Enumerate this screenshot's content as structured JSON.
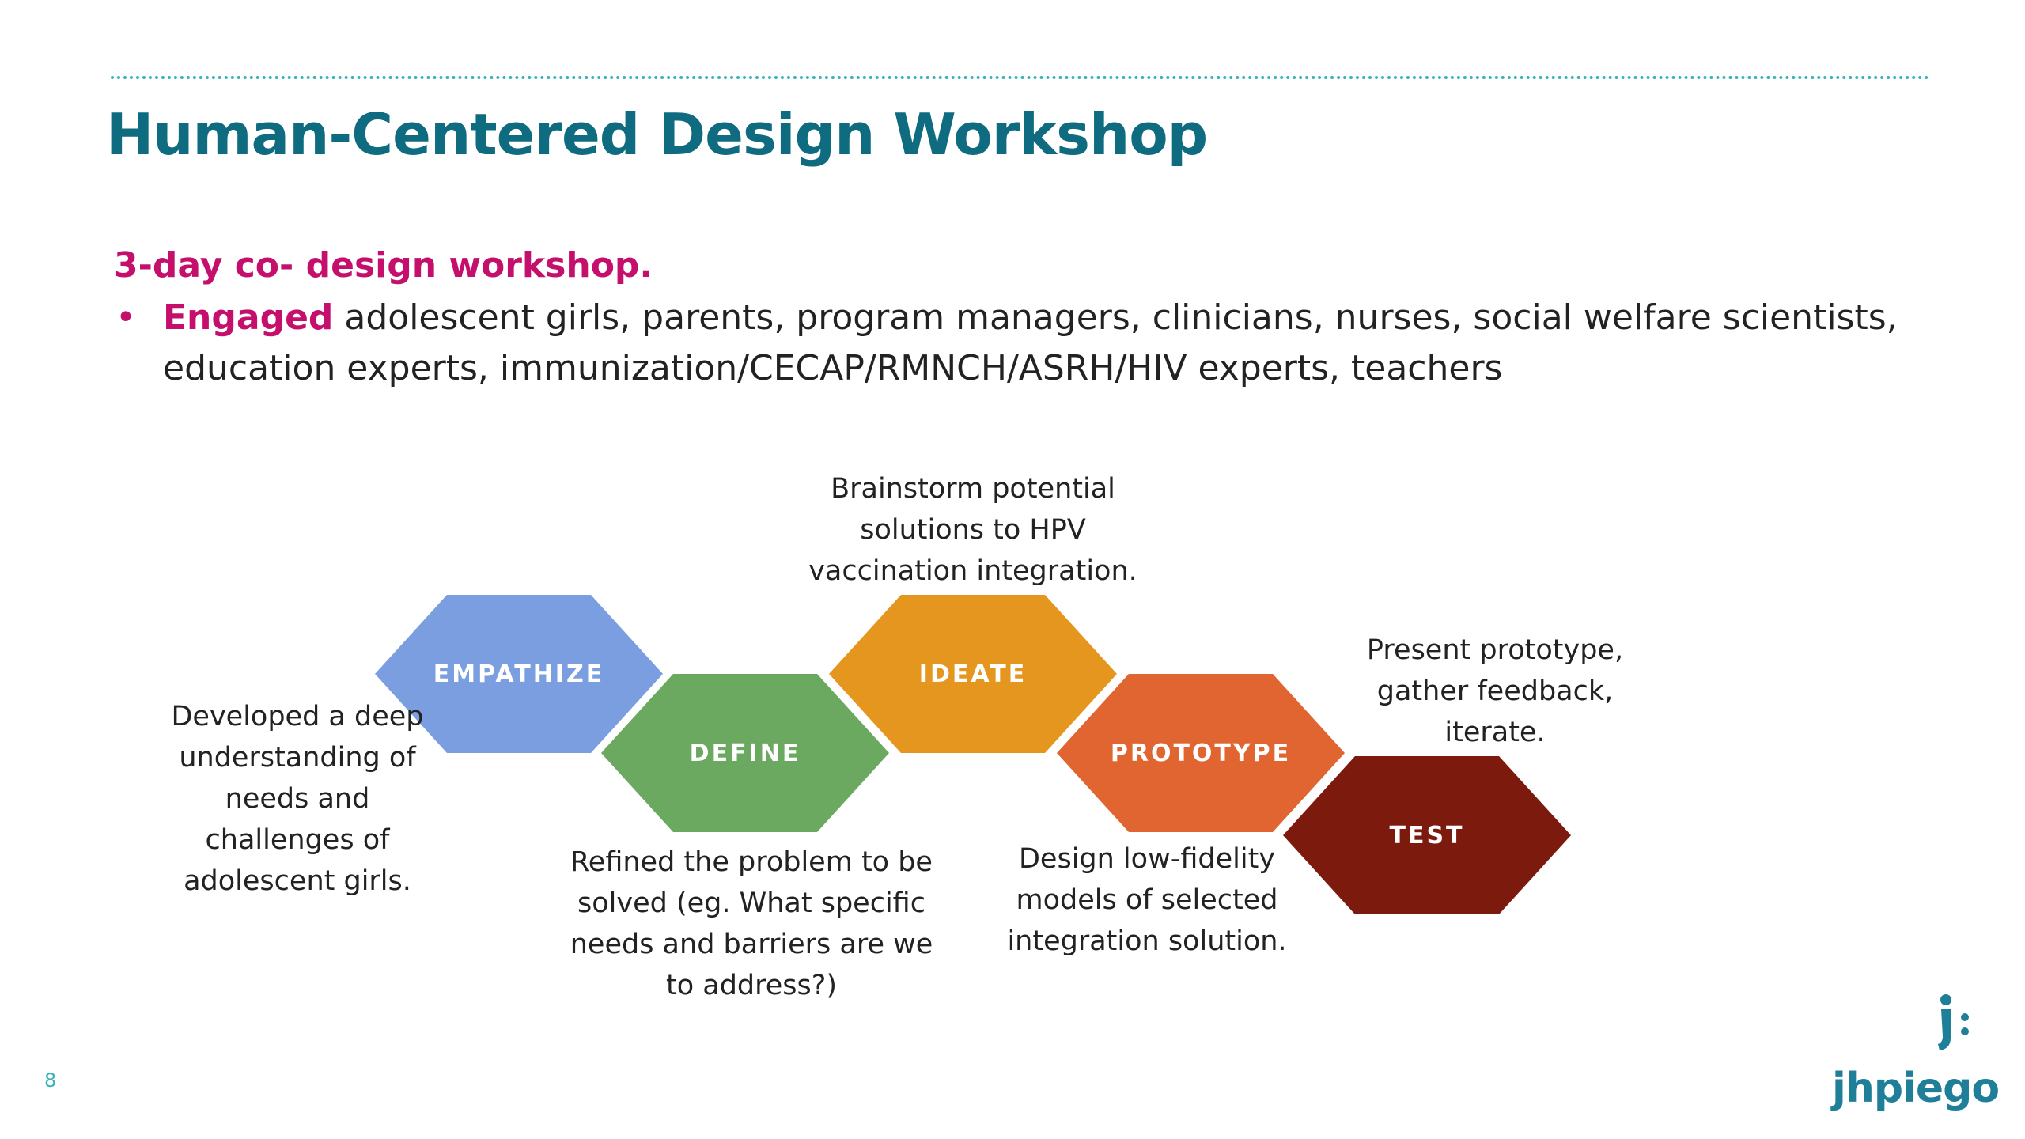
{
  "slide": {
    "title": "Human-Centered Design Workshop",
    "subtitle": "3-day co- design workshop.",
    "bullet": {
      "marker": "•",
      "emphasis": "Engaged",
      "text": " adolescent girls, parents, program managers, clinicians, nurses, social welfare scientists, education experts, immunization/CECAP/RMNCH/ASRH/HIV experts, teachers"
    },
    "stages": [
      {
        "label": "Empathize",
        "color": "#7b9ee0",
        "description": "Developed a deep understanding of needs and challenges of adolescent girls."
      },
      {
        "label": "Define",
        "color": "#6aa95f",
        "description": "Refined the problem to be solved (eg. What specific needs and barriers are we to address?)"
      },
      {
        "label": "Ideate",
        "color": "#e5961f",
        "description": "Brainstorm potential solutions to HPV vaccination integration."
      },
      {
        "label": "Prototype",
        "color": "#e06530",
        "description": "Design low-fidelity models of selected integration solution."
      },
      {
        "label": "Test",
        "color": "#7d1a0e",
        "description": "Present prototype, gather feedback, iterate."
      }
    ],
    "page_number": "8",
    "logo": {
      "text": "jhpiego",
      "icon": "jhpiego-mark-icon"
    },
    "colors": {
      "title": "#0e6b80",
      "accent": "#c4106c",
      "rule": "#3ab3b8"
    }
  }
}
